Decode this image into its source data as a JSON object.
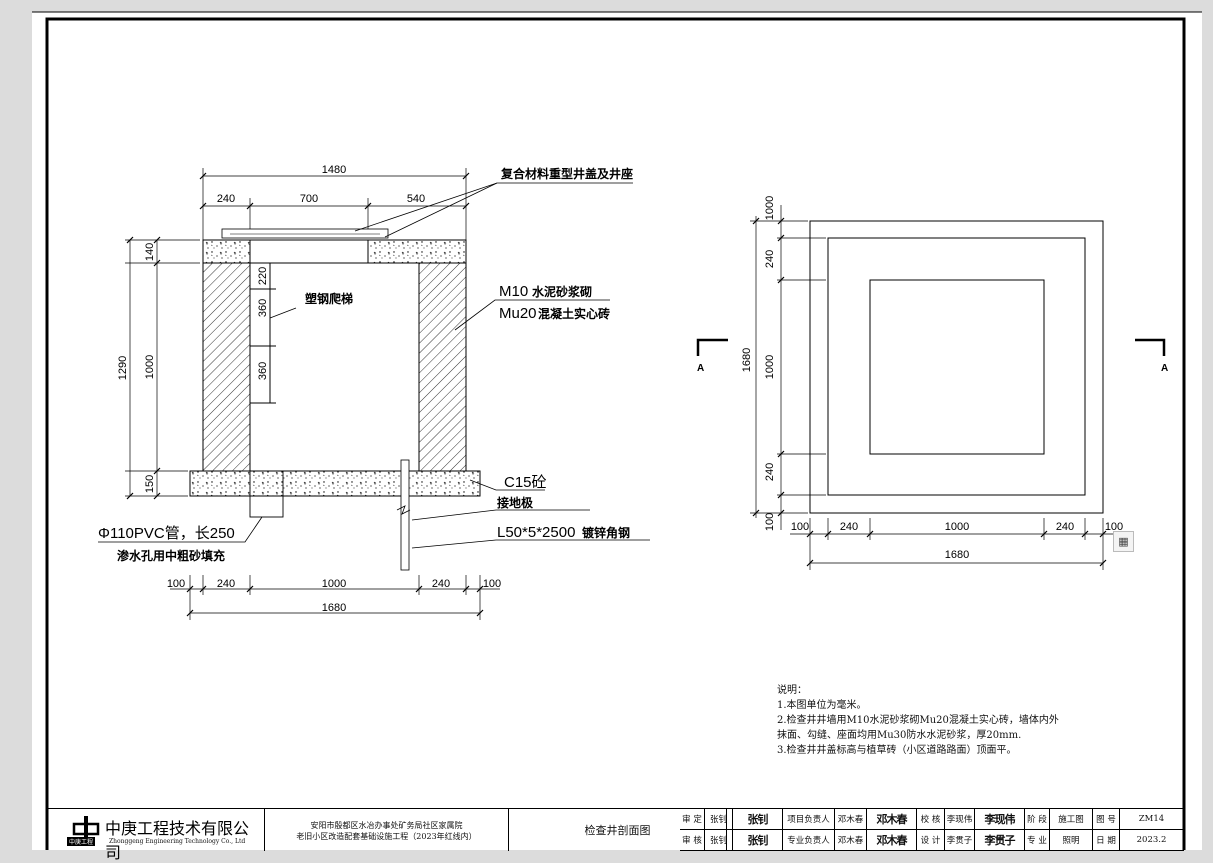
{
  "section_view": {
    "dims": {
      "total_top": "1480",
      "top_left": "240",
      "top_mid": "700",
      "top_right": "540",
      "h_total": "1290",
      "h_140": "140",
      "h_1000": "1000",
      "h_150": "150",
      "ladder_220": "220",
      "ladder_360a": "360",
      "ladder_360b": "360",
      "bot_100a": "100",
      "bot_240a": "240",
      "bot_1000": "1000",
      "bot_240b": "240",
      "bot_100b": "100",
      "bot_total": "1680"
    },
    "labels": {
      "cover": "复合材料重型井盖及井座",
      "ladder": "塑钢爬梯",
      "mortar_m10": "M10",
      "mortar_text": "水泥砂浆砌",
      "brick_mu20": "Mu20",
      "brick_text": "混凝土实心砖",
      "concrete": "C15砼",
      "ground_plate": "接地极",
      "angle_steel": "L50*5*2500",
      "angle_steel_text": "镀锌角钢",
      "pipe": "Φ110PVC管，长250",
      "hole": "渗水孔用中粗砂填充"
    }
  },
  "plan_view": {
    "dims": {
      "v_1000_top": "1000",
      "v_240a": "240",
      "v_1680": "1680",
      "v_1000": "1000",
      "v_240b": "240",
      "v_100": "100",
      "h_100a": "100",
      "h_240a": "240",
      "h_1000": "1000",
      "h_240b": "240",
      "h_100b": "100",
      "h_total": "1680"
    },
    "section_mark_left": "A",
    "section_mark_right": "A"
  },
  "notes": {
    "title": "说明：",
    "lines": [
      "1.本图单位为毫米。",
      "2.检查井井墙用M10水泥砂浆砌Mu20混凝土实心砖，墙体内外",
      "抹面、勾缝、座面均用Mu30防水水泥砂浆，厚20mm.",
      "3.检查井井盖标高与植草砖（小区道路路面）顶面平。"
    ]
  },
  "title_block": {
    "company_cn": "中庚工程技术有限公司",
    "company_en": "Zhonggeng Engineering Technology Co., Ltd",
    "logo_text": "中庚工程",
    "project_line1": "安阳市殷都区水冶办事处矿务局社区家属院",
    "project_line2": "老旧小区改造配套基础设施工程（2023年红线内）",
    "drawing_name": "检查井剖面图",
    "row1": [
      "审 定",
      "张钊",
      "张钊",
      "项目负责人",
      "邓木春",
      "邓木春",
      "校 核",
      "李现伟",
      "李现伟",
      "阶 段",
      "施工图",
      "图 号",
      "ZM14"
    ],
    "row2": [
      "审 核",
      "张钊",
      "张钊",
      "专业负责人",
      "邓木春",
      "邓木春",
      "设 计",
      "李贯子",
      "李贯子",
      "专 业",
      "照明",
      "日 期",
      "2023.2"
    ]
  }
}
